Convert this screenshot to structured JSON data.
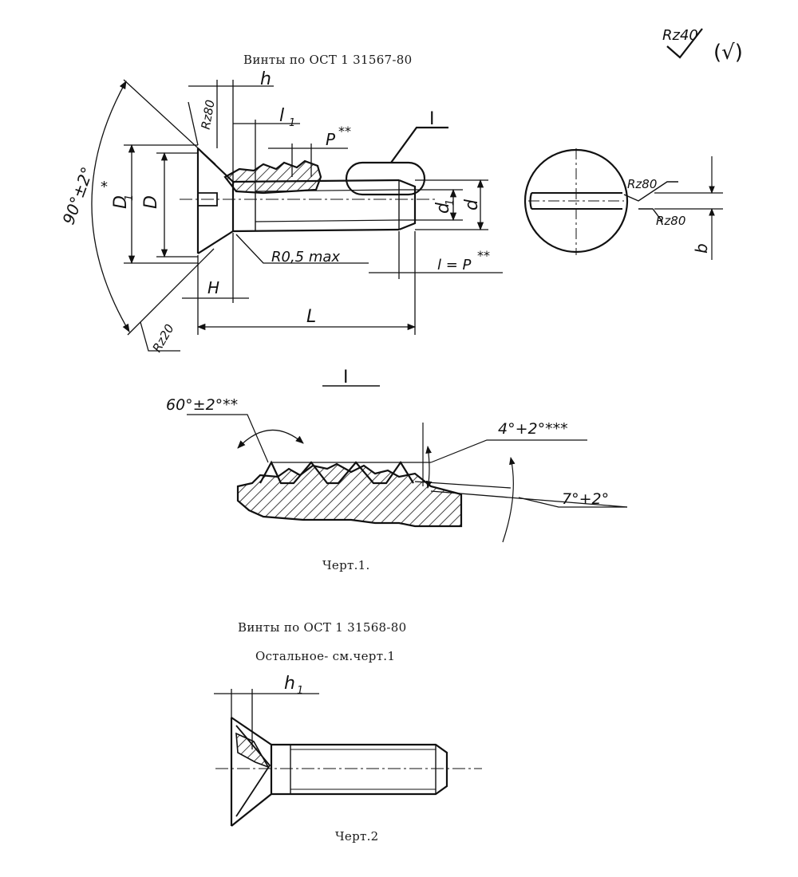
{
  "drawing1": {
    "title": "Винты по ОСТ 1 31567-80",
    "caption": "Черт.1.",
    "labels": {
      "h": "h",
      "l1": "l",
      "l1_sub": "1",
      "p": "P",
      "p_star": "**",
      "detail": "I",
      "d1": "d",
      "d1_sub": "1",
      "d": "d",
      "D1": "D",
      "D1_sub": "1",
      "D1_star": "*",
      "D": "D",
      "angle": "90°±2°",
      "r05": "R0,5 max",
      "l_eq_p": "l = P",
      "l_eq_p_star": "**",
      "H": "H",
      "L": "L",
      "rz80_head": "Rz80",
      "rz20": "Rz20",
      "rz80_slot1": "Rz80",
      "rz80_slot2": "Rz80",
      "b": "b"
    }
  },
  "roughness": {
    "label": "Rz40",
    "suffix": "(√)"
  },
  "detail_I": {
    "title": "I",
    "angle_60": "60°±2°**",
    "angle_4": "4°+2°***",
    "angle_7": "7°+2°"
  },
  "drawing2": {
    "title": "Винты по ОСТ 1 31568-80",
    "subtitle": "Остальное- см.черт.1",
    "h1": "h",
    "h1_sub": "1",
    "caption": "Черт.2"
  }
}
